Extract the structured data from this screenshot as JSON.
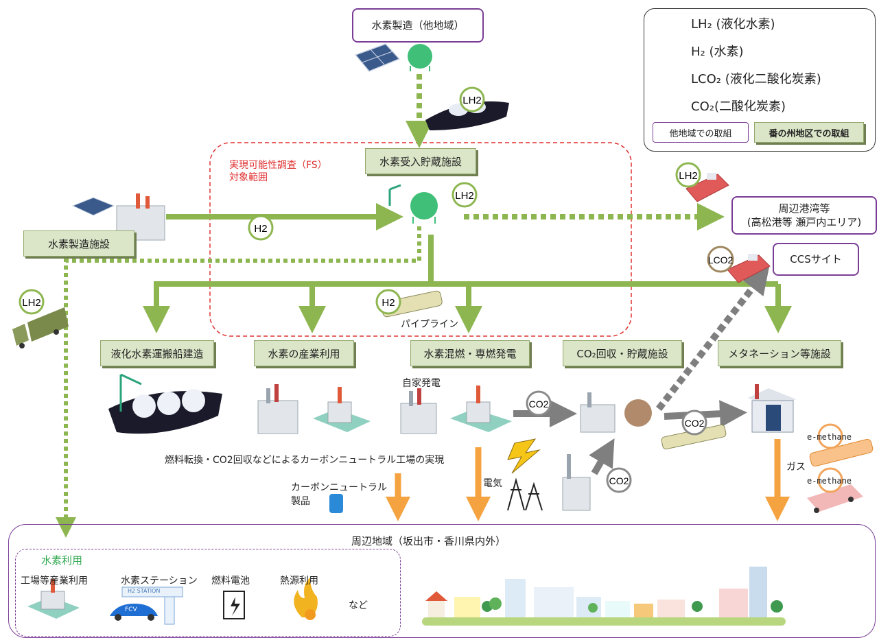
{
  "legend": {
    "lh2": "LH₂ (液化水素)",
    "h2": "H₂ (水素)",
    "lco2": "LCO₂ (液化二酸化炭素)",
    "co2": "CO₂(二酸化炭素)",
    "other_region": "他地域での取組",
    "local_region": "番の州地区での取組"
  },
  "nodes": {
    "production_other": "水素製造（他地域）",
    "receiving_storage": "水素受入貯蔵施設",
    "fs_scope_line1": "実現可能性調査（FS）",
    "fs_scope_line2": "対象範囲",
    "production_facility": "水素製造施設",
    "nearby_ports_line1": "周辺港湾等",
    "nearby_ports_line2": "(高松港等  瀬戸内エリア)",
    "ccs_site": "CCSサイト",
    "shipbuilding": "液化水素運搬船建造",
    "industrial_use": "水素の産業利用",
    "power_generation": "水素混燃・専燃発電",
    "co2_capture": "CO₂回収・貯蔵施設",
    "methanation": "メタネーション等施設"
  },
  "labels": {
    "pipeline": "パイプライン",
    "self_power": "自家発電",
    "carbon_neutral_factory": "燃料転換・CO2回収などによるカーボンニュートラル工場の実現",
    "carbon_neutral_products_line1": "カーボンニュートラル",
    "carbon_neutral_products_line2": "製品",
    "electricity": "電気",
    "gas": "ガス",
    "e_methane_1": "e-methane",
    "e_methane_2": "e-methane"
  },
  "badges": {
    "lh2": "LH2",
    "h2": "H2",
    "co2": "CO2",
    "lco2": "LCO2"
  },
  "region": {
    "title": "周辺地域（坂出市・香川県内外）",
    "hydrogen_use": "水素利用",
    "uses": [
      "工場等産業利用",
      "水素ステーション",
      "燃料電池",
      "熱源利用",
      "など"
    ],
    "station_sign": "H2 STATION",
    "fcv": "FCV"
  },
  "colors": {
    "green_arrow": "#8db650",
    "gray_arrow": "#7f7f7f",
    "orange_arrow": "#f5a340",
    "purple_border": "#7a3d96",
    "green_box": "#dbe6c8",
    "fs_dashed": "#e03030"
  }
}
